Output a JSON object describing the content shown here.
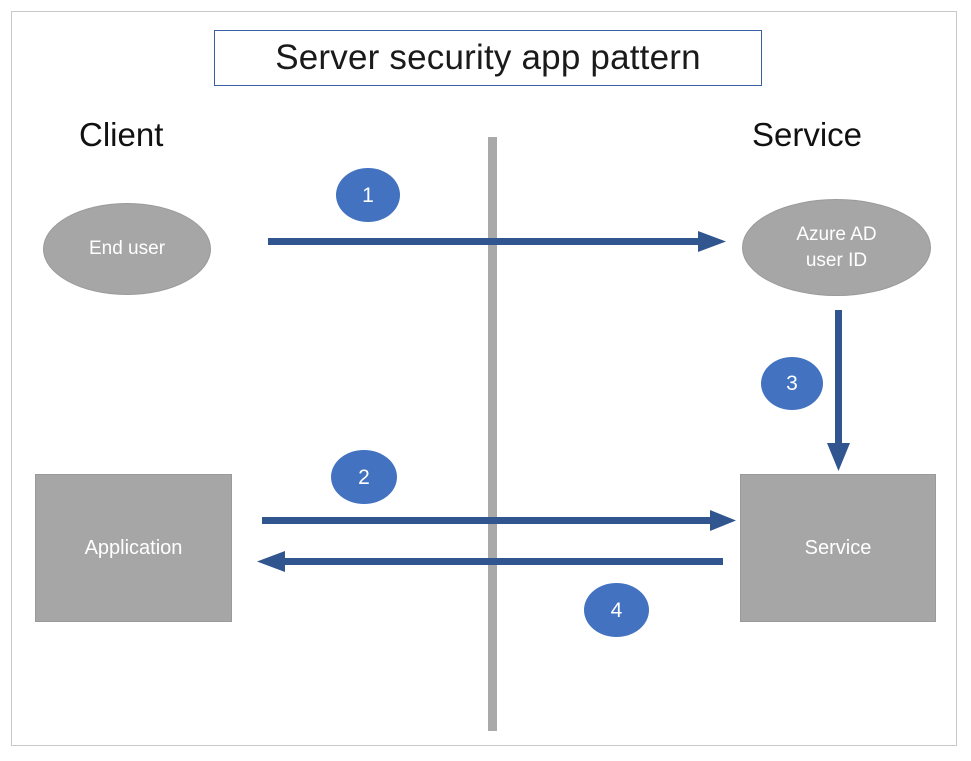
{
  "diagram": {
    "title": "Server security app pattern",
    "columns": {
      "left_label": "Client",
      "right_label": "Service"
    },
    "nodes": [
      {
        "id": "end-user",
        "label": "End user",
        "shape": "ellipse",
        "side": "client"
      },
      {
        "id": "azure-ad-user-id",
        "label_line1": "Azure AD",
        "label_line2": "user ID",
        "shape": "ellipse",
        "side": "service"
      },
      {
        "id": "application",
        "label": "Application",
        "shape": "rectangle",
        "side": "client"
      },
      {
        "id": "service",
        "label": "Service",
        "shape": "rectangle",
        "side": "service"
      }
    ],
    "steps": [
      {
        "number": "1",
        "from": "end-user",
        "to": "azure-ad-user-id",
        "direction": "right"
      },
      {
        "number": "2",
        "from": "application",
        "to": "service",
        "direction": "right"
      },
      {
        "number": "3",
        "from": "azure-ad-user-id",
        "to": "service",
        "direction": "down"
      },
      {
        "number": "4",
        "from": "service",
        "to": "application",
        "direction": "left"
      }
    ],
    "colors": {
      "arrow": "#31558f",
      "badge": "#4272c0",
      "node_fill": "#a6a6a6",
      "node_text": "#ffffff",
      "divider": "#a9a9a9",
      "title_border": "#3a5fa0",
      "frame": "#c9c9c9",
      "background": "#ffffff"
    }
  }
}
